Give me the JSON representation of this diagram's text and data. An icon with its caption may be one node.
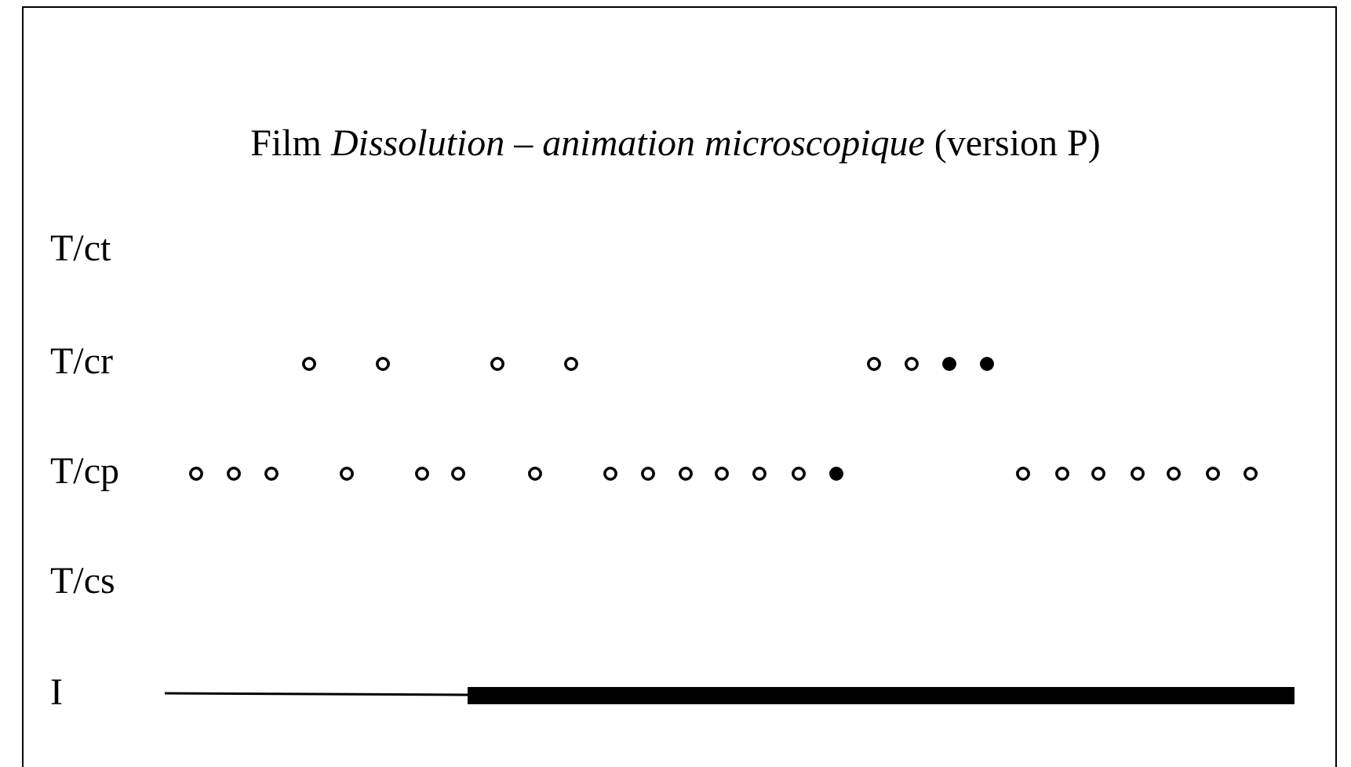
{
  "diagram": {
    "title": "Film *Dissolution – animation microscopique* (version P)",
    "labels": [
      "T/ct",
      "T/cr",
      "T/cp",
      "T/cs",
      "I"
    ]
  }
}
